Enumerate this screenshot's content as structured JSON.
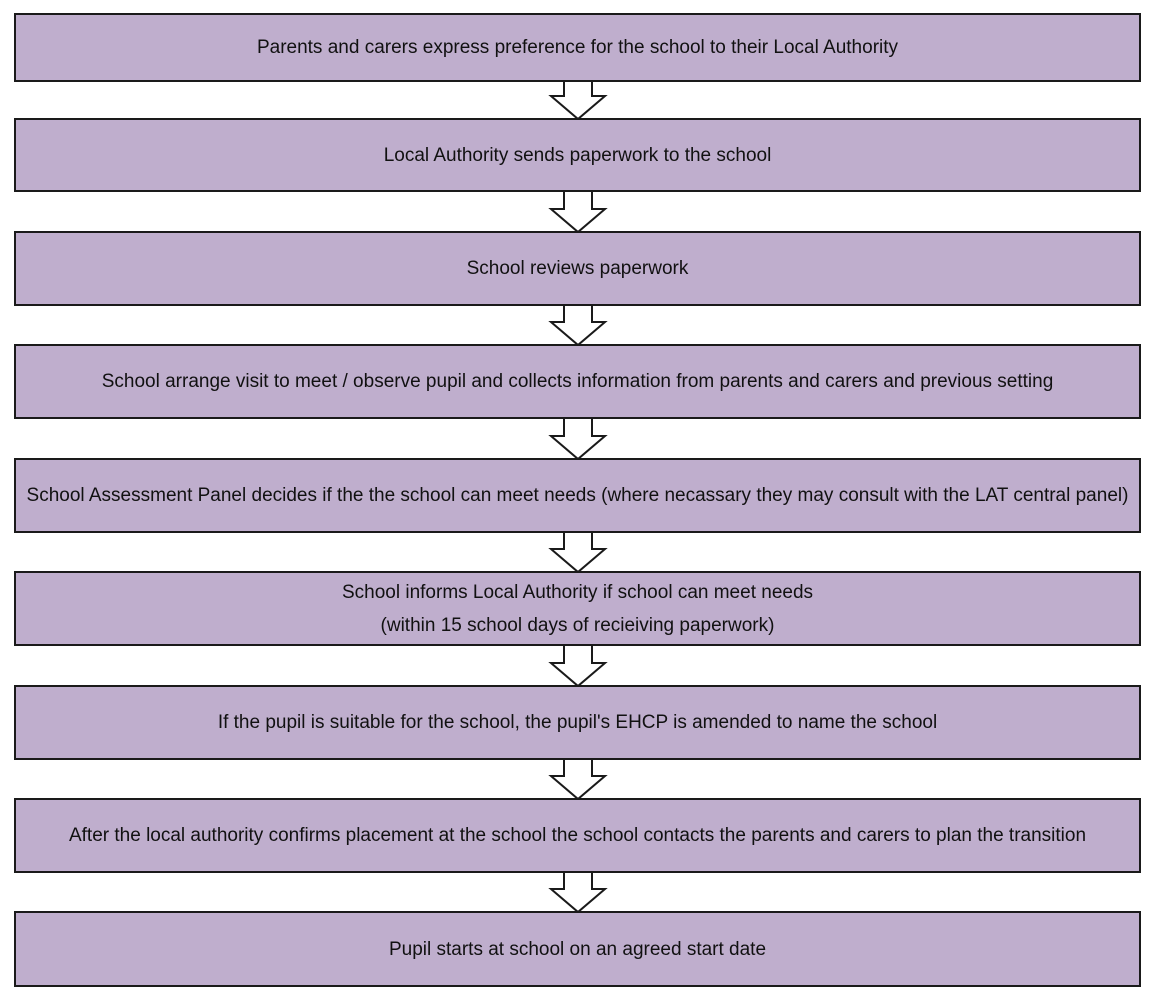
{
  "colors": {
    "box_fill": "#bfaecd",
    "box_border": "#1a1a1a",
    "arrow_fill": "#ffffff",
    "arrow_stroke": "#1a1a1a",
    "text": "#111111"
  },
  "steps": [
    {
      "text": "Parents and carers express preference for the school to their Local Authority"
    },
    {
      "text": "Local Authority sends paperwork to the school"
    },
    {
      "text": "School reviews paperwork"
    },
    {
      "text": "School arrange visit to meet / observe pupil and collects information from parents and carers and previous setting"
    },
    {
      "text": "School Assessment Panel decides if the the school can meet needs (where necassary they may consult with the LAT central panel)"
    },
    {
      "text": "School informs Local Authority if school can meet needs",
      "subtext": "(within 15 school days of recieiving paperwork)"
    },
    {
      "text": "If the pupil is suitable for the school, the pupil's EHCP is amended to name the school"
    },
    {
      "text": "After the local authority confirms placement at the school the school contacts the parents and carers to plan the transition"
    },
    {
      "text": "Pupil starts at school on an agreed start date"
    }
  ]
}
